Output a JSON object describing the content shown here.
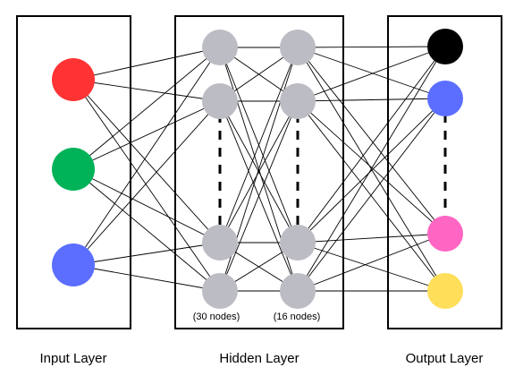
{
  "layers": {
    "input": {
      "label": "Input Layer",
      "nodes": [
        {
          "id": "in1",
          "color": "#ff3333"
        },
        {
          "id": "in2",
          "color": "#00b359"
        },
        {
          "id": "in3",
          "color": "#5b6eff"
        }
      ]
    },
    "hidden1": {
      "note": "(30 nodes)",
      "nodes": [
        {
          "id": "h1a",
          "color": "#bcbcc4"
        },
        {
          "id": "h1b",
          "color": "#bcbcc4"
        },
        {
          "id": "h1c",
          "color": "#bcbcc4"
        },
        {
          "id": "h1d",
          "color": "#bcbcc4"
        }
      ]
    },
    "hidden2": {
      "note": "(16 nodes)",
      "nodes": [
        {
          "id": "h2a",
          "color": "#bcbcc4"
        },
        {
          "id": "h2b",
          "color": "#bcbcc4"
        },
        {
          "id": "h2c",
          "color": "#bcbcc4"
        },
        {
          "id": "h2d",
          "color": "#bcbcc4"
        }
      ]
    },
    "hidden_label": "Hidden Layer",
    "output": {
      "label": "Output Layer",
      "nodes": [
        {
          "id": "out1",
          "color": "#000000"
        },
        {
          "id": "out2",
          "color": "#5b6eff"
        },
        {
          "id": "out3",
          "color": "#ff66c4"
        },
        {
          "id": "out4",
          "color": "#ffde59"
        }
      ]
    }
  },
  "colors": {
    "box_stroke": "#000000",
    "edge": "#000000",
    "hidden_node": "#bcbcc4"
  }
}
